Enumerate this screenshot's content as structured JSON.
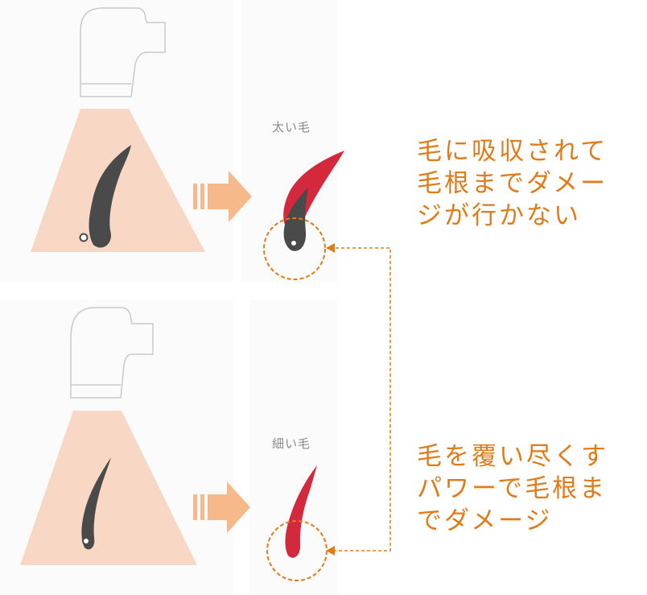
{
  "colors": {
    "skin_cone": "#f8d7c4",
    "hair_dark": "#4a4a4a",
    "hair_heated": "#d4283c",
    "arrow": "#f7b98a",
    "accent": "#e07b1a",
    "device_outline": "#c9c9c9"
  },
  "top": {
    "label": "太い毛",
    "description": [
      "毛に吸収されて",
      "毛根までダメー",
      "ジが行かない"
    ]
  },
  "bottom": {
    "label": "細い毛",
    "description": [
      "毛を覆い尽くす",
      "パワーで毛根ま",
      "でダメージ"
    ]
  }
}
